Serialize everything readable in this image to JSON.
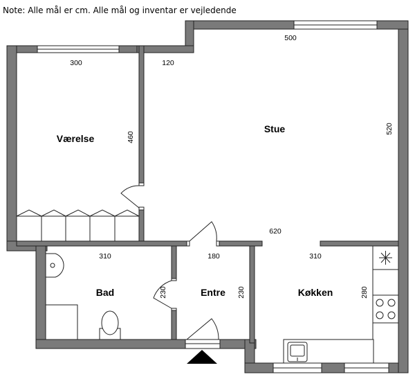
{
  "note": "Note: Alle mål er cm. Alle mål og inventar er vejledende",
  "rooms": {
    "vaerelse": "Værelse",
    "stue": "Stue",
    "bad": "Bad",
    "entre": "Entre",
    "kokken": "Køkken"
  },
  "dimensions": {
    "vaerelse_width": "300",
    "vaerelse_height": "460",
    "hall_top": "120",
    "stue_width": "500",
    "stue_height": "520",
    "opening_width": "620",
    "bad_width": "310",
    "bad_height": "230",
    "entre_width": "180",
    "entre_height": "230",
    "kokken_width": "310",
    "kokken_height": "280"
  },
  "icons": {
    "entrance": "entrance-arrow-icon",
    "stove": "stove-icon",
    "sink": "kitchen-sink-icon",
    "toilet": "toilet-icon",
    "basin": "wash-basin-icon",
    "fridge": "fridge-icon"
  }
}
